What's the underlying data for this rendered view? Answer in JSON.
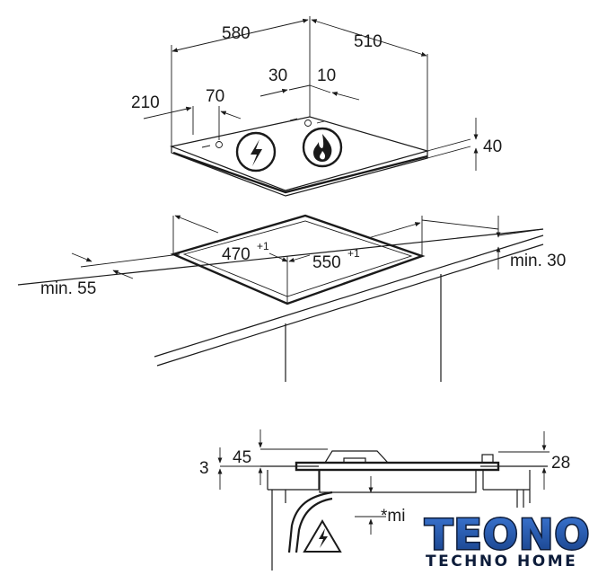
{
  "dimensions": {
    "width_580": "580",
    "depth_510": "510",
    "d_210": "210",
    "d_70": "70",
    "d_30": "30",
    "d_10": "10",
    "height_40": "40",
    "cutout_depth": "470",
    "cutout_depth_tol": "+1",
    "cutout_width": "550",
    "cutout_width_tol": "+1",
    "min_30": "min. 30",
    "min_55": "min. 55",
    "d_45": "45",
    "d_3": "3",
    "d_28": "28",
    "min_bottom": "*mi"
  },
  "icons": {
    "electric": "lightning-bolt-icon",
    "gas": "flame-icon",
    "warning": "electric-warning-icon"
  },
  "watermark": {
    "brand": "TEONO",
    "tagline": "TECHNO HOME",
    "colors": {
      "fill": "#1e4f9c",
      "outline": "#0d1c3a"
    }
  }
}
